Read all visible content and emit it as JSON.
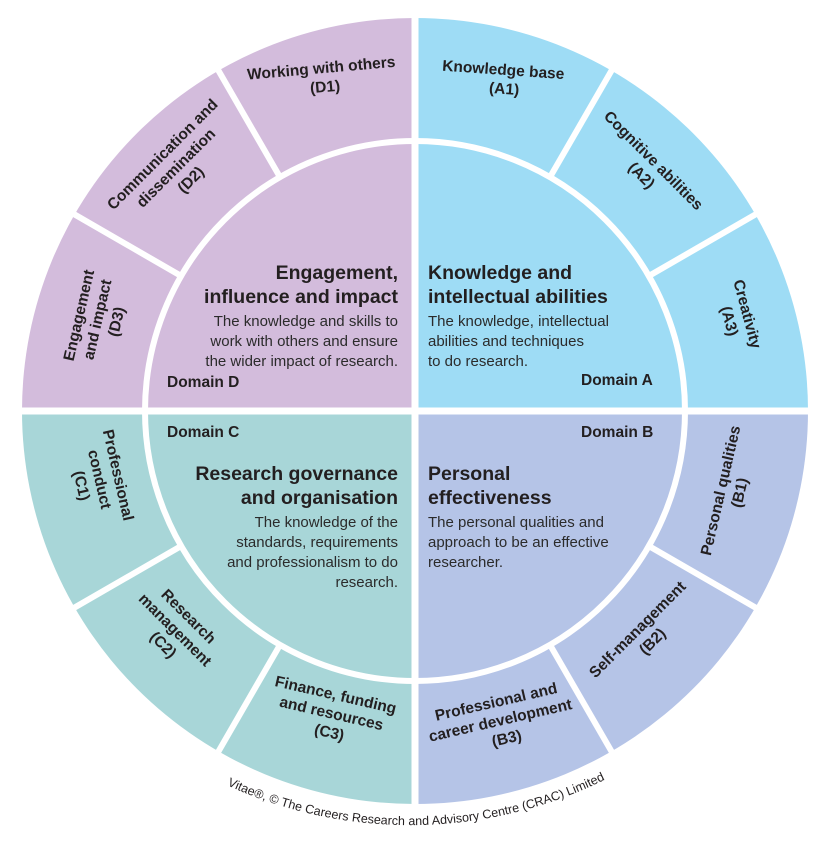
{
  "colors": {
    "domain_a": "#9edcf5",
    "domain_b": "#b5c4e7",
    "domain_c": "#a8d6d8",
    "domain_d": "#d3bcdc",
    "separator": "#ffffff",
    "text": "#231f20"
  },
  "domains": {
    "a": {
      "title_1": "Knowledge and",
      "title_2": "intellectual abilities",
      "desc_1": "The knowledge, intellectual",
      "desc_2": "abilities and techniques",
      "desc_3": "to do research.",
      "name": "Domain A"
    },
    "b": {
      "title_1": "Personal",
      "title_2": "effectiveness",
      "desc_1": "The personal qualities and",
      "desc_2": "approach to be an effective",
      "desc_3": "researcher.",
      "name": "Domain B"
    },
    "c": {
      "title_1": "Research governance",
      "title_2": "and organisation",
      "desc_1": "The knowledge of the",
      "desc_2": "standards, requirements",
      "desc_3": "and professionalism to do",
      "desc_4": "research.",
      "name": "Domain C"
    },
    "d": {
      "title_1": "Engagement,",
      "title_2": "influence and impact",
      "desc_1": "The knowledge and skills to",
      "desc_2": "work with others and ensure",
      "desc_3": "the wider impact of research.",
      "name": "Domain D"
    }
  },
  "subdomains": {
    "a1": {
      "line_1": "Knowledge base",
      "line_2": "(A1)"
    },
    "a2": {
      "line_1": "Cognitive abilities",
      "line_2": "(A2)"
    },
    "a3": {
      "line_1": "Creativity",
      "line_2": "(A3)"
    },
    "b1": {
      "line_1": "Personal qualities",
      "line_2": "(B1)"
    },
    "b2": {
      "line_1": "Self-management",
      "line_2": "(B2)"
    },
    "b3": {
      "line_1": "Professional and",
      "line_2": "career development",
      "line_3": "(B3)"
    },
    "c1": {
      "line_1": "Professional",
      "line_2": "conduct",
      "line_3": "(C1)"
    },
    "c2": {
      "line_1": "Research",
      "line_2": "management",
      "line_3": "(C2)"
    },
    "c3": {
      "line_1": "Finance, funding",
      "line_2": "and resources",
      "line_3": "(C3)"
    },
    "d1": {
      "line_1": "Working with others",
      "line_2": "(D1)"
    },
    "d2": {
      "line_1": "Communication and",
      "line_2": "dissemination",
      "line_3": "(D2)"
    },
    "d3": {
      "line_1": "Engagement",
      "line_2": "and impact",
      "line_3": "(D3)"
    }
  },
  "credit": "Vitae®, © The Careers Research and Advisory Centre (CRAC) Limited"
}
